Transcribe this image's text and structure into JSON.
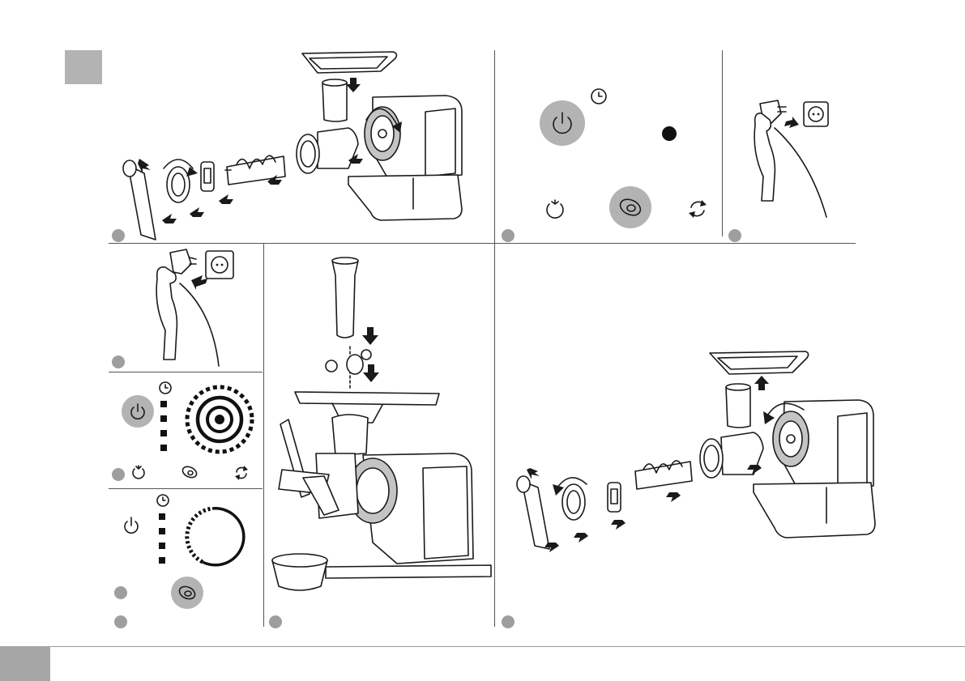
{
  "document": {
    "corner_tab_color": "#b3b3b3",
    "badge_color": "#9e9e9e",
    "footer_tab_color": "#a6a6a6"
  },
  "icons": {
    "power": "power-icon",
    "timer": "clock-icon",
    "tomato": "tomato-icon",
    "avocado": "avocado-icon",
    "reverse": "reverse-rotate-icon",
    "plug": "plug-icon",
    "socket": "wall-socket-icon"
  },
  "panels": [
    {
      "id": "assembly",
      "content": "meat-grinder-assembly"
    },
    {
      "id": "control-panel-1",
      "content": "control-panel"
    },
    {
      "id": "unplug",
      "content": "hand-unplugging"
    },
    {
      "id": "plug-in",
      "content": "hand-plugging"
    },
    {
      "id": "control-panel-2",
      "content": "control-panel-running"
    },
    {
      "id": "control-panel-3",
      "content": "control-panel-progress"
    },
    {
      "id": "feeding",
      "content": "feeding-tube-and-bowl"
    },
    {
      "id": "disassembly",
      "content": "meat-grinder-disassembly"
    }
  ]
}
